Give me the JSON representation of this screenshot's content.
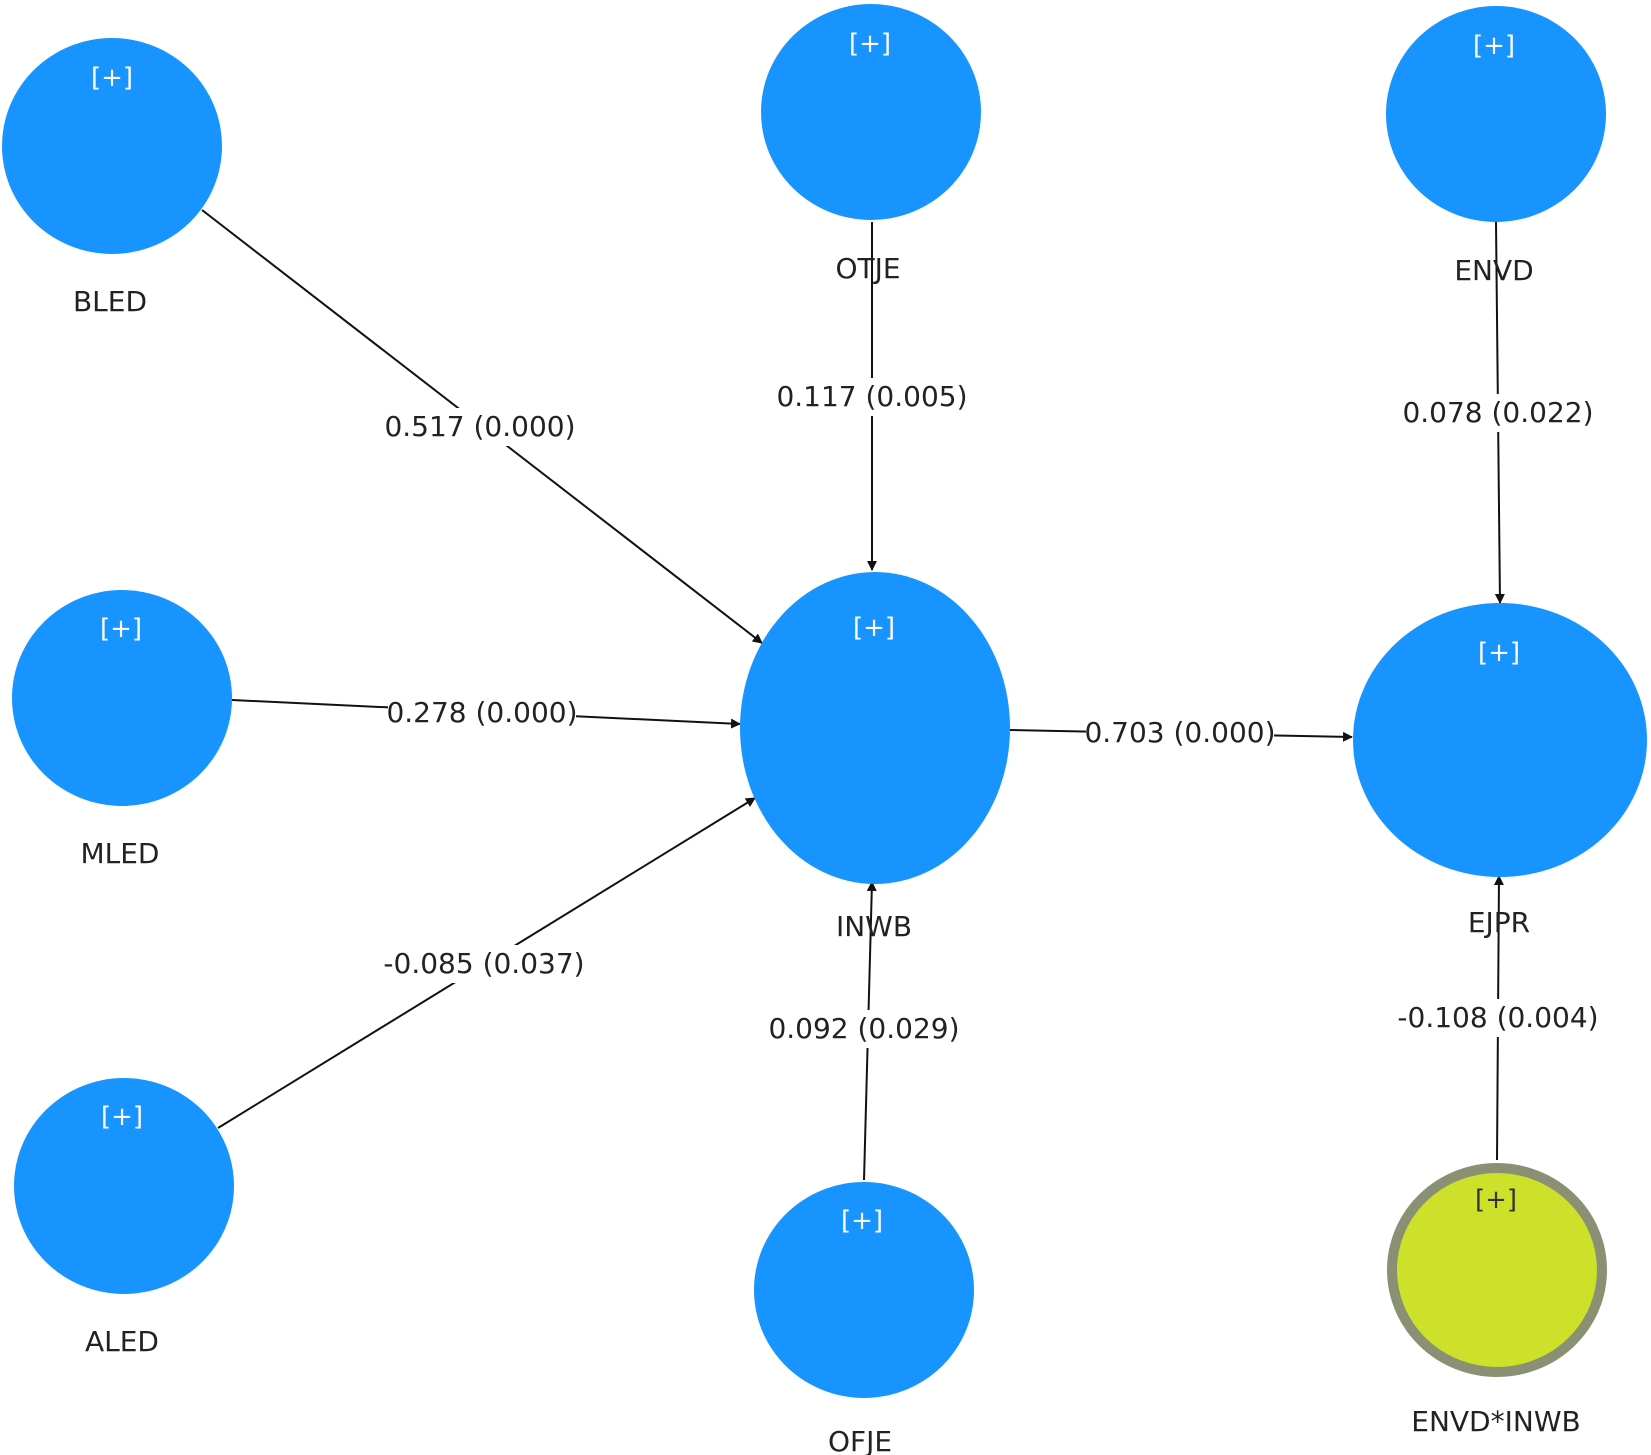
{
  "nodes": {
    "bled": {
      "label": "BLED",
      "expand": "[+]"
    },
    "mled": {
      "label": "MLED",
      "expand": "[+]"
    },
    "aled": {
      "label": "ALED",
      "expand": "[+]"
    },
    "otje": {
      "label": "OTJE",
      "expand": "[+]"
    },
    "inwb": {
      "label": "INWB",
      "expand": "[+]"
    },
    "ofje": {
      "label": "OFJE",
      "expand": "[+]"
    },
    "envd": {
      "label": "ENVD",
      "expand": "[+]"
    },
    "ejpr": {
      "label": "EJPR",
      "expand": "[+]"
    },
    "envd_inwb": {
      "label": "ENVD*INWB",
      "expand": "[+]"
    }
  },
  "paths": {
    "bled_inwb": "0.517 (0.000)",
    "mled_inwb": "0.278 (0.000)",
    "aled_inwb": "-0.085 (0.037)",
    "otje_inwb": "0.117 (0.005)",
    "ofje_inwb": "0.092 (0.029)",
    "inwb_ejpr": "0.703 (0.000)",
    "envd_ejpr": "0.078 (0.022)",
    "envd_inwb_ejpr": "-0.108 (0.004)"
  },
  "colors": {
    "construct": "#1894ff",
    "moderator": "#cde02a",
    "moderator_border": "#8a9074"
  }
}
